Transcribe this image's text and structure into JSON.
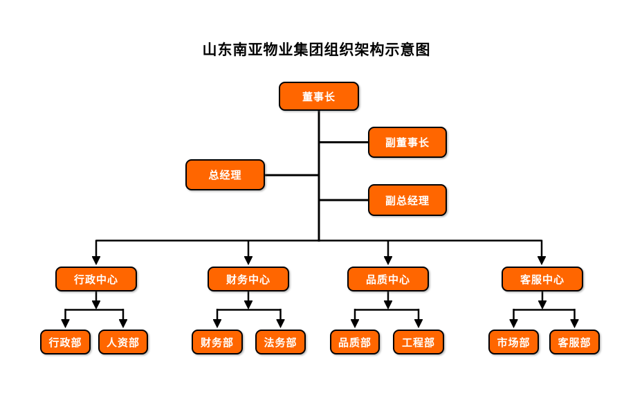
{
  "title": "山东南亚物业集团组织架构示意图",
  "colors": {
    "background": "#FFFFFF",
    "title_text": "#000000",
    "node_fill": "#FF6600",
    "node_border": "#000000",
    "node_text": "#FFFFFF",
    "line": "#000000"
  },
  "nodes": [
    {
      "id": "chairman",
      "label": "董事长",
      "level": 1,
      "parent": null
    },
    {
      "id": "vice-chairman",
      "label": "副董事长",
      "level": 2,
      "parent": "chairman"
    },
    {
      "id": "general-manager",
      "label": "总经理",
      "level": 2,
      "parent": "chairman"
    },
    {
      "id": "deputy-general-manager",
      "label": "副总经理",
      "level": 2,
      "parent": "chairman"
    },
    {
      "id": "admin-center",
      "label": "行政中心",
      "level": 3,
      "parent": "chairman"
    },
    {
      "id": "finance-center",
      "label": "财务中心",
      "level": 3,
      "parent": "chairman"
    },
    {
      "id": "quality-center",
      "label": "品质中心",
      "level": 3,
      "parent": "chairman"
    },
    {
      "id": "customer-service-center",
      "label": "客服中心",
      "level": 3,
      "parent": "chairman"
    },
    {
      "id": "admin-dept",
      "label": "行政部",
      "level": 4,
      "parent": "admin-center"
    },
    {
      "id": "hr-dept",
      "label": "人资部",
      "level": 4,
      "parent": "admin-center"
    },
    {
      "id": "finance-dept",
      "label": "财务部",
      "level": 4,
      "parent": "finance-center"
    },
    {
      "id": "legal-dept",
      "label": "法务部",
      "level": 4,
      "parent": "finance-center"
    },
    {
      "id": "quality-dept",
      "label": "品质部",
      "level": 4,
      "parent": "quality-center"
    },
    {
      "id": "engineering-dept",
      "label": "工程部",
      "level": 4,
      "parent": "quality-center"
    },
    {
      "id": "marketing-dept",
      "label": "市场部",
      "level": 4,
      "parent": "customer-service-center"
    },
    {
      "id": "customer-service-dept",
      "label": "客服部",
      "level": 4,
      "parent": "customer-service-center"
    }
  ]
}
